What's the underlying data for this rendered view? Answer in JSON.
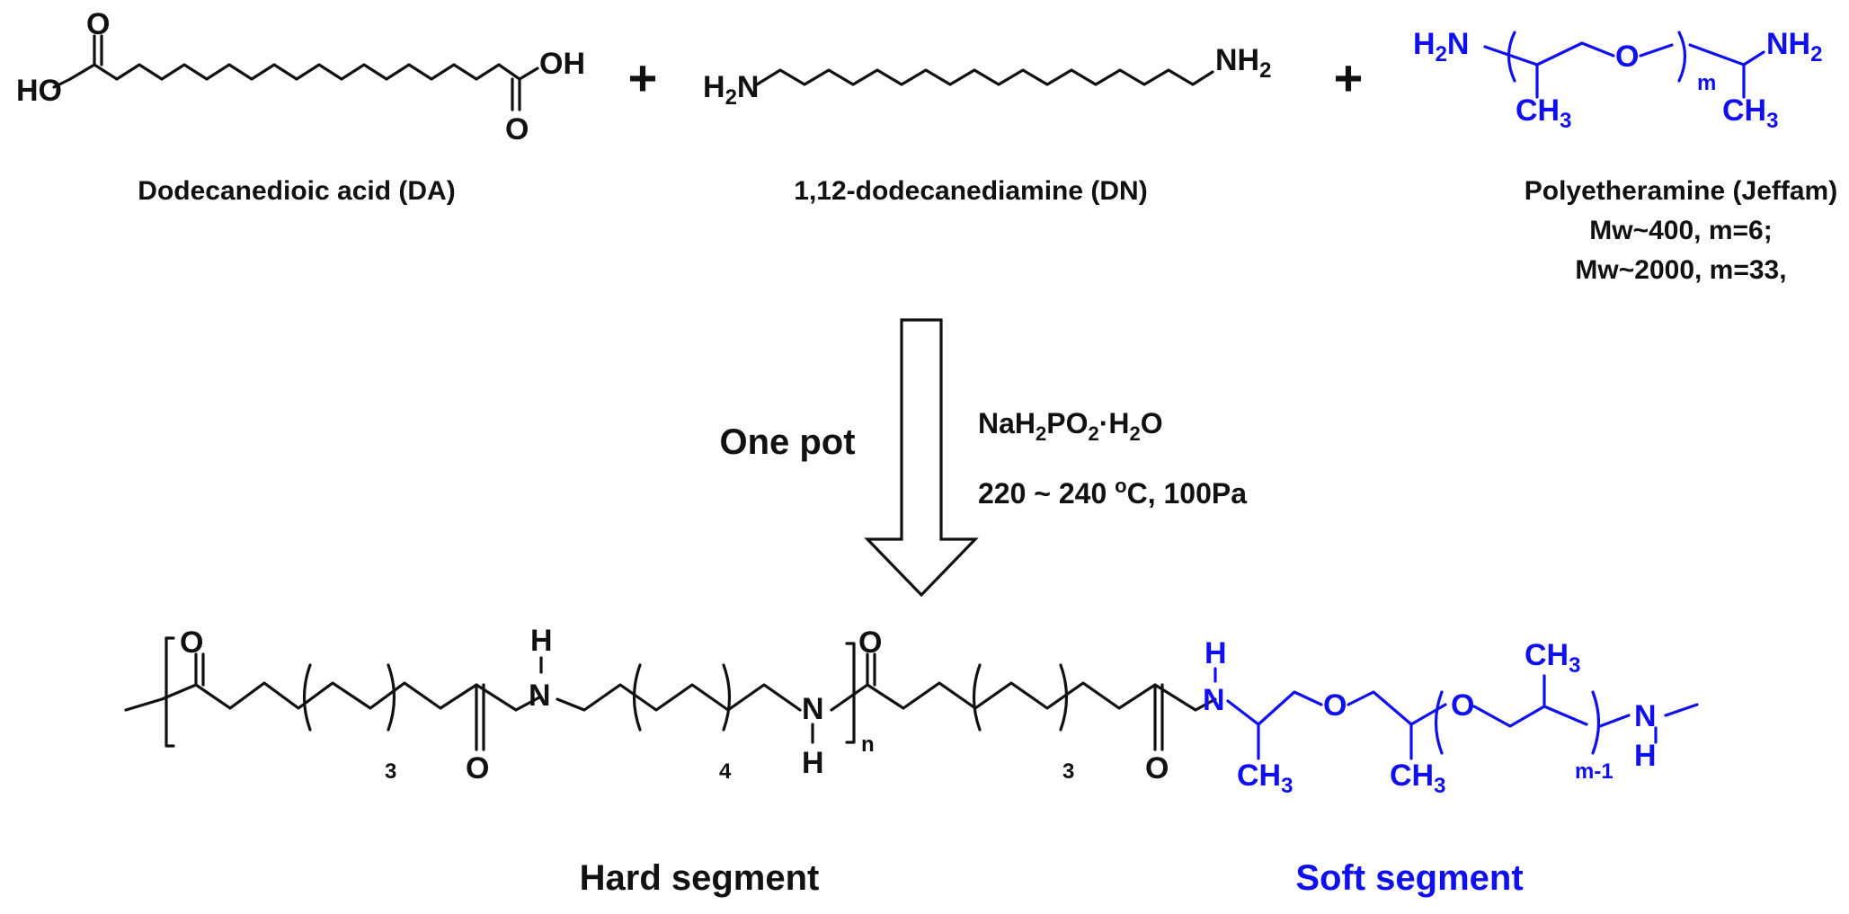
{
  "reactants": {
    "da": {
      "name": "Dodecanedioic acid (DA)",
      "atoms": {
        "oh_left": "HO",
        "oh_right": "OH",
        "o_top": "O",
        "o_bottom": "O"
      }
    },
    "dn": {
      "name": "1,12-dodecanediamine (DN)",
      "atoms": {
        "h2n_left": "H",
        "h2n_sub": "2",
        "h2n_n": "N",
        "nh2_n": "NH",
        "nh2_sub": "2"
      }
    },
    "jeffamine": {
      "name": "Polyetheramine (Jeffam)",
      "mw1": "Mw~400, m=6;",
      "mw2": "Mw~2000, m=33,",
      "atoms": {
        "h2n": "H",
        "h2n_sub": "2",
        "h2n_n": "N",
        "o": "O",
        "m": "m",
        "nh2": "NH",
        "nh2_sub": "2",
        "ch3": "CH",
        "ch3_sub": "3"
      }
    },
    "plus": "+"
  },
  "conditions": {
    "method": "One pot",
    "catalyst": {
      "p1": "NaH",
      "s1": "2",
      "p2": "PO",
      "s2": "2",
      "p3": "·H",
      "s3": "2",
      "p4": "O"
    },
    "temperature": {
      "pre": "220 ~ 240 ",
      "sup": "o",
      "post": "C, 100Pa"
    }
  },
  "product": {
    "atoms": {
      "o": "O",
      "n": "N",
      "h": "H",
      "three": "3",
      "four": "4",
      "n_sub": "n",
      "ch3": "CH",
      "ch3_sub": "3",
      "m_minus_1": "m-1"
    },
    "hard_segment_label": "Hard segment",
    "soft_segment_label": "Soft segment"
  },
  "colors": {
    "hard": "#111111",
    "soft": "#1010ee"
  }
}
